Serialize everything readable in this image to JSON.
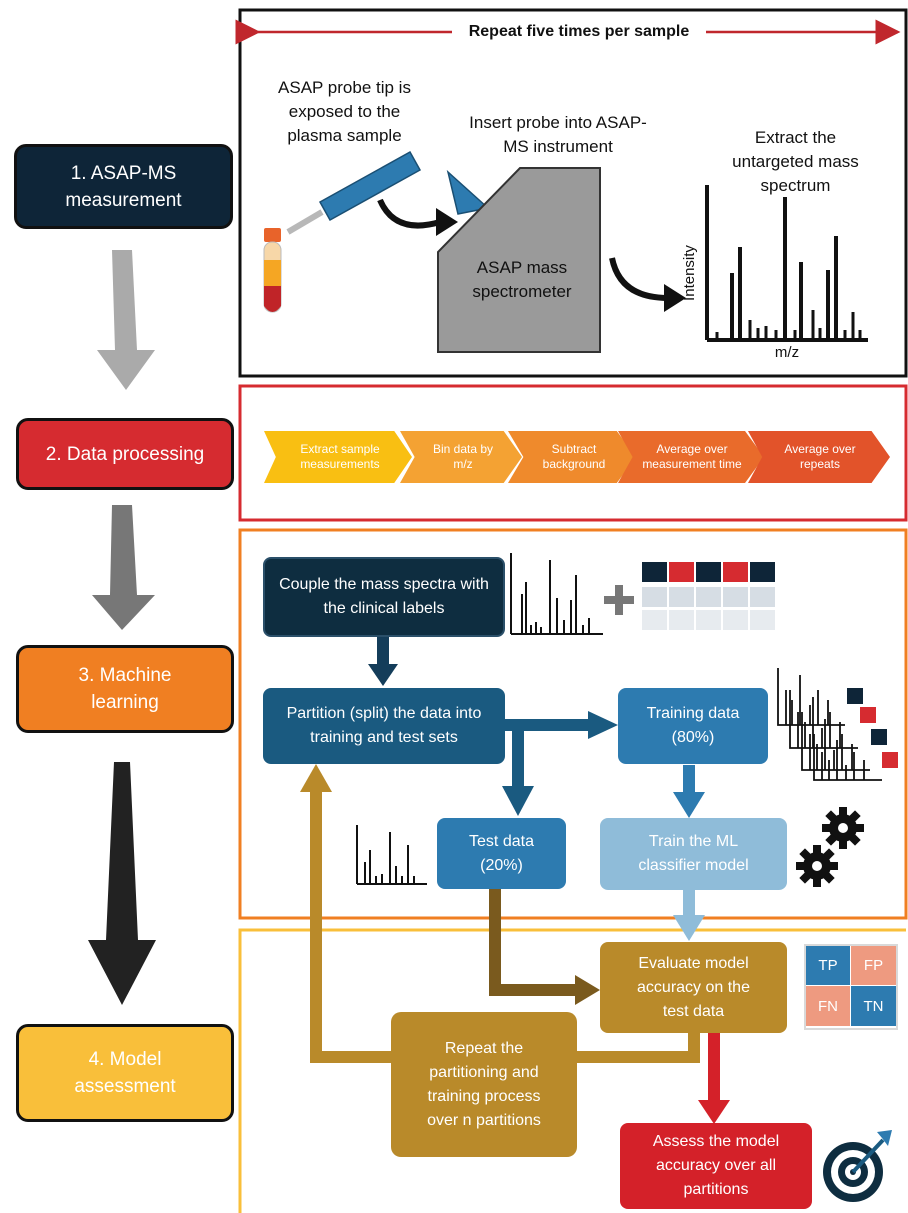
{
  "stages": [
    {
      "label": "1. ASAP-MS measurement",
      "color": "#0e2538",
      "text_color": "#ffffff"
    },
    {
      "label": "2. Data processing",
      "color": "#d62b30",
      "text_color": "#ffffff"
    },
    {
      "label": "3. Machine learning",
      "color": "#f07f22",
      "text_color": "#ffffff"
    },
    {
      "label": "4. Model assessment",
      "color": "#f9bf3a",
      "text_color": "#ffffff"
    }
  ],
  "measurement": {
    "repeat_label": "Repeat five times per sample",
    "probe_text": "ASAP probe tip is exposed to the plasma sample",
    "insert_text": "Insert probe into ASAP-MS instrument",
    "instrument_text": "ASAP mass spectrometer",
    "extract_text": "Extract the untargeted mass spectrum",
    "y_axis_label": "Intensity",
    "x_axis_label": "m/z"
  },
  "processing_steps": [
    {
      "label": "Extract sample measurements",
      "color": "#f9bf12"
    },
    {
      "label": "Bin data by m/z",
      "color": "#f4a233"
    },
    {
      "label": "Subtract background",
      "color": "#ef8a2c"
    },
    {
      "label": "Average over measurement time",
      "color": "#e96b2b"
    },
    {
      "label": "Average over repeats",
      "color": "#e2532a"
    }
  ],
  "ml": {
    "couple": "Couple the mass spectra with the clinical labels",
    "partition": "Partition (split) the data into training and test sets",
    "training": "Training data (80%)",
    "test": "Test data (20%)",
    "train_model": "Train the ML classifier model",
    "plus": "+"
  },
  "assessment": {
    "evaluate": "Evaluate model accuracy on the test data",
    "repeat": "Repeat the partitioning and training process over n partitions",
    "assess": "Assess the model accuracy over all partitions",
    "confusion": {
      "tp": "TP",
      "fp": "FP",
      "fn": "FN",
      "tn": "TN"
    }
  },
  "colors": {
    "navy": "#0e2d40",
    "mid_blue": "#1a5a80",
    "blue": "#2d7bb0",
    "light_blue": "#8fbcd9",
    "gold": "#b98a2a",
    "red": "#d42129",
    "salmon": "#ee9a80"
  }
}
